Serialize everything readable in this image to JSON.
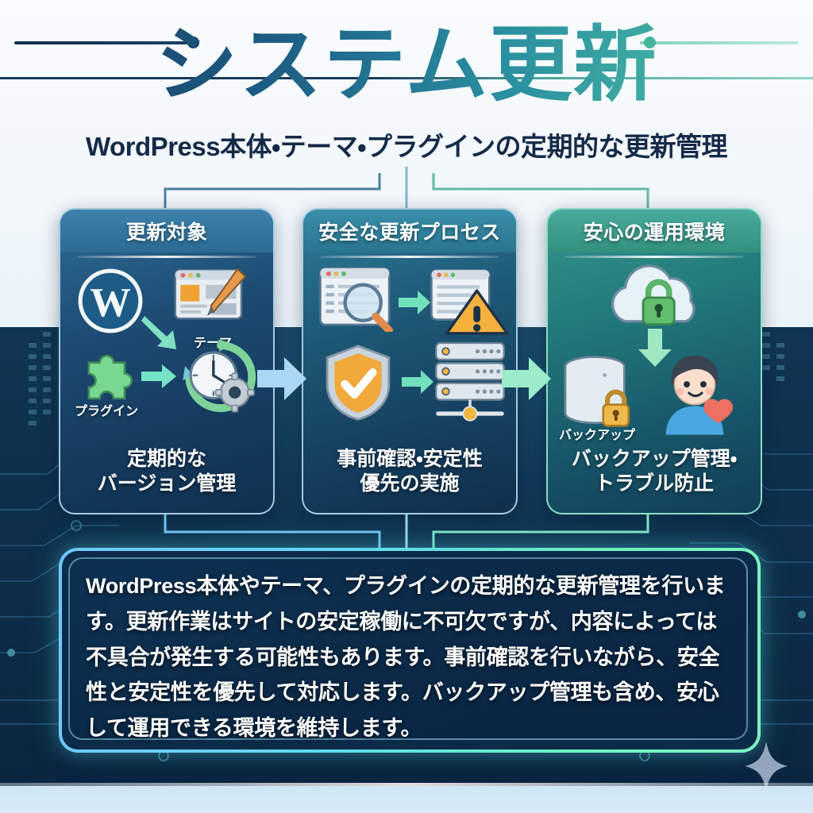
{
  "header": {
    "title": "システム更新",
    "subtitle": "WordPress本体・テーマ・プラグインの定期的な更新管理"
  },
  "colors": {
    "title_gradient_start": "#18375c",
    "title_gradient_end": "#56c9a3",
    "card1_header": "#2b6b94",
    "card2_header": "#2a7490",
    "card3_header": "#33907f",
    "arrow_blue": "#a9d8f5",
    "arrow_green": "#9beccb",
    "panel_glow_left": "#6fc8ff",
    "panel_glow_right": "#7df4c4",
    "bg_light": "#f2f7fb",
    "bg_dark": "#0c2a47"
  },
  "cards": [
    {
      "id": "update-targets",
      "title": "更新対象",
      "caption_line1": "定期的な",
      "caption_line2": "バージョン管理",
      "icons": [
        {
          "name": "wordpress-logo-icon",
          "label": ""
        },
        {
          "name": "theme-brush-icon",
          "label": "テーマ"
        },
        {
          "name": "plugin-puzzle-icon",
          "label": "プラグイン"
        },
        {
          "name": "clock-gear-icon",
          "label": ""
        }
      ]
    },
    {
      "id": "safe-update-process",
      "title": "安全な更新プロセス",
      "caption_line1": "事前確認・安定性",
      "caption_line2": "優先の実施",
      "icons": [
        {
          "name": "browser-magnifier-icon",
          "label": ""
        },
        {
          "name": "warning-triangle-icon",
          "label": ""
        },
        {
          "name": "shield-check-icon",
          "label": ""
        },
        {
          "name": "server-stack-icon",
          "label": ""
        }
      ]
    },
    {
      "id": "reliable-operation",
      "title": "安心の運用環境",
      "caption_line1": "バックアップ管理・",
      "caption_line2": "トラブル防止",
      "icons": [
        {
          "name": "cloud-lock-icon",
          "label": ""
        },
        {
          "name": "database-lock-icon",
          "label": "バックアップ"
        },
        {
          "name": "person-heart-icon",
          "label": ""
        }
      ]
    }
  ],
  "flow_arrows": [
    {
      "name": "arrow-card1-to-card2",
      "direction": "right",
      "color": "#a9d8f5"
    },
    {
      "name": "arrow-card2-to-card3",
      "direction": "right",
      "color": "#9beccb"
    }
  ],
  "description": {
    "text": "WordPress本体やテーマ、プラグインの定期的な更新管理を行います。更新作業はサイトの安定稼働に不可欠ですが、内容によっては不具合が発生する可能性もあります。事前確認を行いながら、安全性と安定性を優先して対応します。バックアップ管理も含め、安心して運用できる環境を維持します。"
  },
  "decor": {
    "sparkle": "four-point-star"
  }
}
